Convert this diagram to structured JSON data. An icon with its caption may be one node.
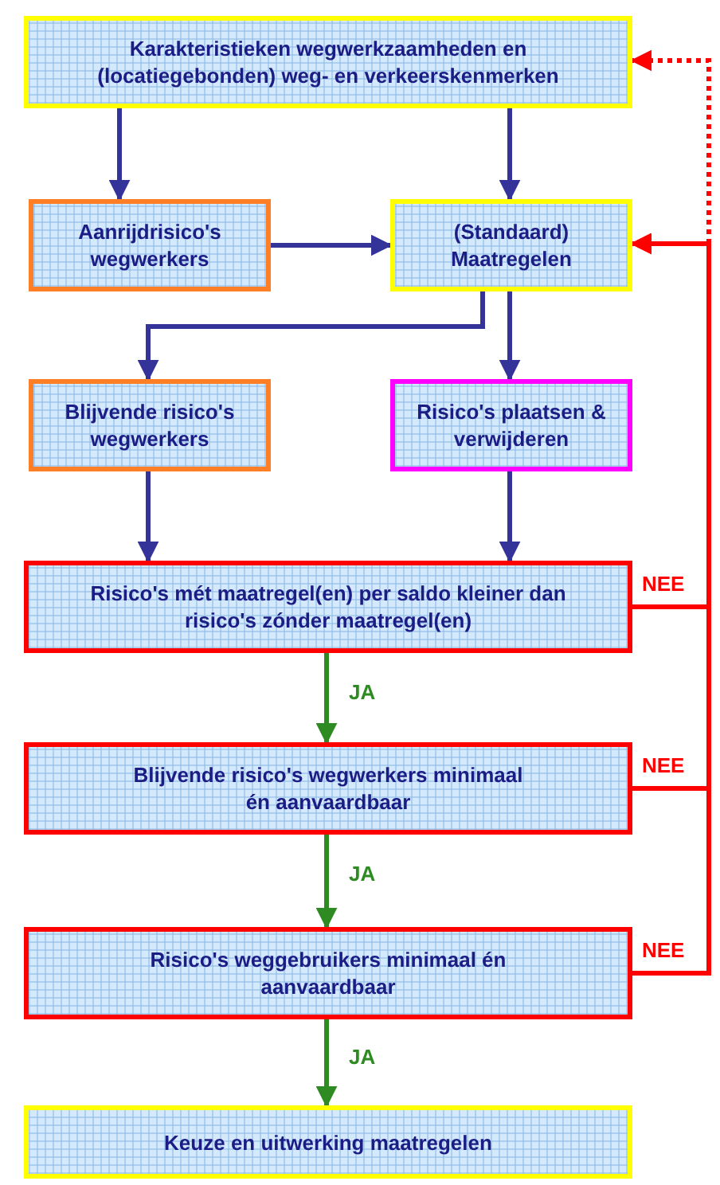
{
  "diagram": {
    "nodes": [
      {
        "text": [
          "Karakteristieken wegwerkzaamheden en (locatiegebonden) weg- en verkeerskenmerken"
        ]
      },
      {
        "text": [
          "Aanrijdrisico's wegwerkers"
        ]
      },
      {
        "text": [
          "(Standaard) Maatregelen"
        ]
      },
      {
        "text": [
          "Blijvende risico's wegwerkers"
        ]
      },
      {
        "text": [
          "Risico's plaatsen & verwijderen"
        ]
      },
      {
        "text": [
          "Risico's mét maatregel(en) per saldo kleiner dan risico's zónder maatregel(en)"
        ]
      },
      {
        "text": [
          "Blijvende risico's wegwerkers minimaal én aanvaardbaar"
        ]
      },
      {
        "text": [
          "Risico's weggebruikers minimaal én aanvaardbaar"
        ]
      },
      {
        "text": [
          "Keuze en uitwerking maatregelen"
        ]
      }
    ],
    "edges": [
      {
        "from": 0,
        "to": 1,
        "arrow": "to"
      },
      {
        "from": 0,
        "to": 2,
        "arrow": "to"
      },
      {
        "from": 1,
        "to": 2,
        "arrow": "to"
      },
      {
        "from": 2,
        "to": 3,
        "arrow": "to"
      },
      {
        "from": 2,
        "to": 4,
        "arrow": "to"
      },
      {
        "from": 3,
        "to": 5,
        "arrow": "to"
      },
      {
        "from": 4,
        "to": 5,
        "arrow": "to"
      },
      {
        "from": 5,
        "to": 6,
        "arrow": "to",
        "label": "JA",
        "color": "#2e8b22"
      },
      {
        "from": 6,
        "to": 7,
        "arrow": "to",
        "label": "JA",
        "color": "#2e8b22"
      },
      {
        "from": 7,
        "to": 8,
        "arrow": "to",
        "label": "JA",
        "color": "#2e8b22"
      },
      {
        "from": 5,
        "to": 2,
        "arrow": "to",
        "label": "NEE",
        "color": "#ff0000"
      },
      {
        "from": 6,
        "to": 2,
        "arrow": "to",
        "label": "NEE",
        "color": "#ff0000"
      },
      {
        "from": 7,
        "to": 2,
        "arrow": "to",
        "label": "NEE",
        "color": "#ff0000"
      },
      {
        "from": null,
        "to": 0,
        "arrow": "to",
        "style": "dashed",
        "color": "#ff0000"
      }
    ]
  }
}
